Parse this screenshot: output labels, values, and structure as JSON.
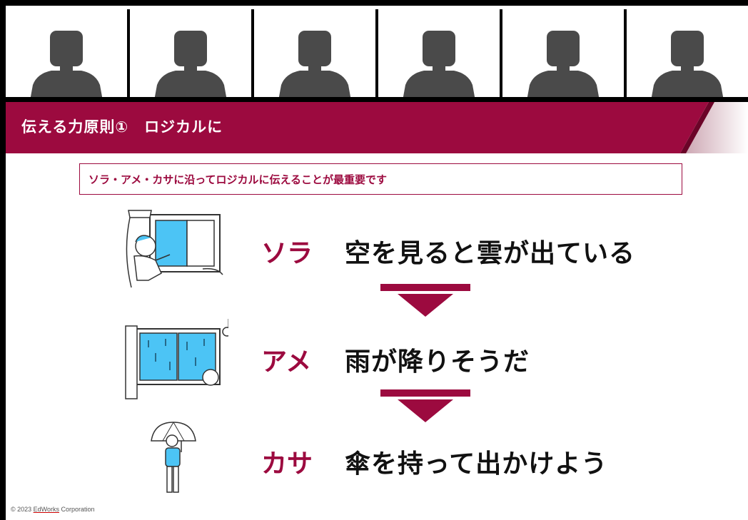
{
  "participants": [
    {
      "icon": "person-silhouette-icon"
    },
    {
      "icon": "person-silhouette-icon"
    },
    {
      "icon": "person-silhouette-icon"
    },
    {
      "icon": "person-silhouette-icon"
    },
    {
      "icon": "person-silhouette-icon"
    },
    {
      "icon": "person-silhouette-icon"
    }
  ],
  "slide": {
    "title": "伝える力原則①　ロジカルに",
    "callout": "ソラ・アメ・カサに沿ってロジカルに伝えることが最重要です",
    "steps": [
      {
        "label": "ソラ",
        "text": "空を見ると雲が出ている",
        "illustration": "person-at-window-icon"
      },
      {
        "label": "アメ",
        "text": "雨が降りそうだ",
        "illustration": "rainy-window-icon"
      },
      {
        "label": "カサ",
        "text": "傘を持って出かけよう",
        "illustration": "person-with-umbrella-icon"
      }
    ],
    "footer_prefix": "© 2023 ",
    "footer_brand": "EdWorks",
    "footer_suffix": " Corporation"
  },
  "colors": {
    "accent": "#9c0a3f",
    "silhouette": "#4a4a4a",
    "glass": "#4cc4f5"
  }
}
